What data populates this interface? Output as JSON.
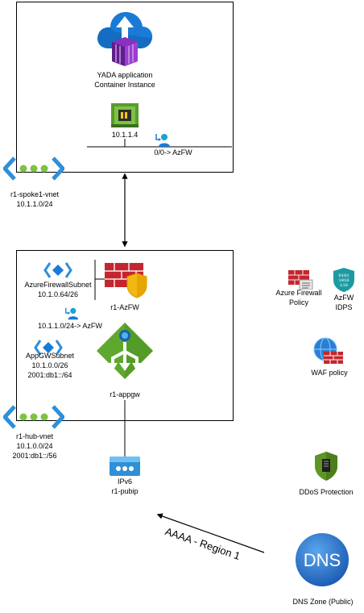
{
  "spoke": {
    "app_label_1": "YADA application",
    "app_label_2": "Container Instance",
    "nic_ip": "10.1.1.4",
    "route": "0/0-> AzFW",
    "vnet_name": "r1-spoke1-vnet",
    "vnet_cidr": "10.1.1.0/24"
  },
  "hub": {
    "fw_subnet_name": "AzureFirewallSubnet",
    "fw_subnet_cidr": "10.1.0.64/26",
    "firewall_name": "r1-AzFW",
    "route": "10.1.1.0/24-> AzFW",
    "appgw_subnet_name": "AppGWSubnet",
    "appgw_subnet_cidr": "10.1.0.0/26",
    "appgw_subnet_v6": "2001:db1::/64",
    "appgw_name": "r1-appgw",
    "vnet_name": "r1-hub-vnet",
    "vnet_cidr": "10.1.0.0/24",
    "vnet_v6": "2001:db1::/56"
  },
  "pip": {
    "badge": "IPv6",
    "name": "r1-pubip"
  },
  "legend": {
    "fw_policy_1": "Azure Firewall",
    "fw_policy_2": "Policy",
    "idps_1": "AzFW",
    "idps_2": "IDPS",
    "idps_badge": [
      "0101",
      "1010",
      "110"
    ],
    "waf": "WAF policy",
    "ddos": "DDoS Protection"
  },
  "dns": {
    "badge": "DNS",
    "label": "DNS Zone (Public)"
  },
  "flow_label": "AAAA - Region 1",
  "colors": {
    "azure_blue": "#0078d4",
    "firewall_red": "#c4262e",
    "appgw_green": "#5ea82f",
    "ddos_green": "#5e9624",
    "idps_teal": "#1a9ba1",
    "vnet_blue": "#2f8fd8",
    "dns_blue": "#2d73c8"
  },
  "icons": [
    "cloud-upload-icon",
    "container-icon",
    "nic-icon",
    "route-user-icon",
    "vnet-icon",
    "subnet-icon",
    "firewall-icon",
    "shield-icon",
    "appgw-icon",
    "public-ip-icon",
    "firewall-policy-icon",
    "idps-icon",
    "waf-policy-icon",
    "ddos-icon",
    "dns-zone-icon"
  ]
}
